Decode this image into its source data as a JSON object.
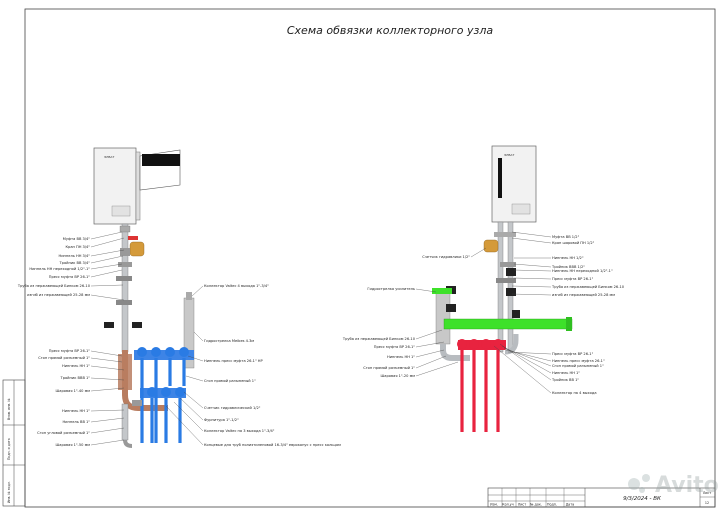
{
  "drawing": {
    "title": "Схема обвязки коллекторного узла",
    "left_labels": [
      "Муфта ВВ 3/4\"",
      "Кран ПН 3/4\"",
      "Ниппель НН 3/4\"",
      "Тройник ВВ 3/4\"",
      "Ниппель НН переходной 1/2\"-1\"",
      "Пресс муфта ВР 26-1\"",
      "Труба из нержавеющей Бинком 26-10",
      "изгиб из нержавеющей 25-28 мм",
      "Пресс муфта ВР 26-1\"",
      "Сгон прямой разъемный 1\"",
      "Ниппель НН 1\"",
      "Тройник ВВВ 1\"",
      "Шаровая 1\"-40 мм",
      "Ниппель НН 1\"",
      "Ниппель ВВ 1\"",
      "Сгон угловой разъемный 1\"",
      "Шаровая 1\"-50 мм"
    ],
    "center_labels": [
      "Коллектор Valtec 4 выхода 1\"-3/4\"",
      "Гидрострелка Meibes 4.3м",
      "Ниппель пресс муфта 26-1\" НР",
      "Сгон прямой разъемный 1\"",
      "Счетчик гидравлический 1/2\"",
      "Фурнитура 1\"-1/2\"",
      "Коллектор Valtec на 3 выхода 1\"-3/4\"",
      "Концевые для труб полиэтиленовой 16-3/4\" евроконус с пресс кольцом"
    ],
    "right_labels": [
      "Муфта ВВ 1/2\"",
      "Кран шаровой ПН 1/2\"",
      "Ниппель НН 1/2\"",
      "Тройник ВВВ 1/2\"",
      "Ниппель НН переходной 1/2\"-1\"",
      "Пресс муфта ВР 26-1\"",
      "Труба из нержавеющей Бинком 26-10",
      "изгиб из нержавеющей 25-28 мм",
      "Пресс муфта ВР 26-1\"",
      "Ниппель пресс муфта 26-1\"",
      "Сгон прямой разъемный 1\"",
      "Ниппель НН 1\"",
      "Тройник ВВ 1\"",
      "Коллектор на 4 выхода"
    ],
    "right_left_labels": [
      "Счетчик гидравлики 1/2\"",
      "Гидрострелка усилитель",
      "Труба из нержавеющей Бинком 26-10",
      "Пресс муфта ВР 26-1\"",
      "Ниппель НН 1\"",
      "Сгон прямой разъемный 1\"",
      "Шаровая 1\"-20 мм"
    ],
    "boiler_brand": "ЭЛВАТ",
    "stamp": {
      "code": "9/3/2024 - ВК",
      "headers": [
        "Изм.",
        "Кол.уч",
        "Лист",
        "№ док.",
        "Подп.",
        "Дата"
      ],
      "sheet_label": "Лист",
      "sheet_number": "12"
    },
    "side_stamp": [
      "Взам. инв. №",
      "Подп. и дата",
      "Инв. № подл."
    ],
    "watermark": "Avito",
    "colors": {
      "hot": "#e8233f",
      "cold": "#2a7be4",
      "green": "#3ee12a",
      "steel": "#b8bcc0",
      "copper": "#b87d60",
      "valve": "#d49a3a"
    }
  }
}
